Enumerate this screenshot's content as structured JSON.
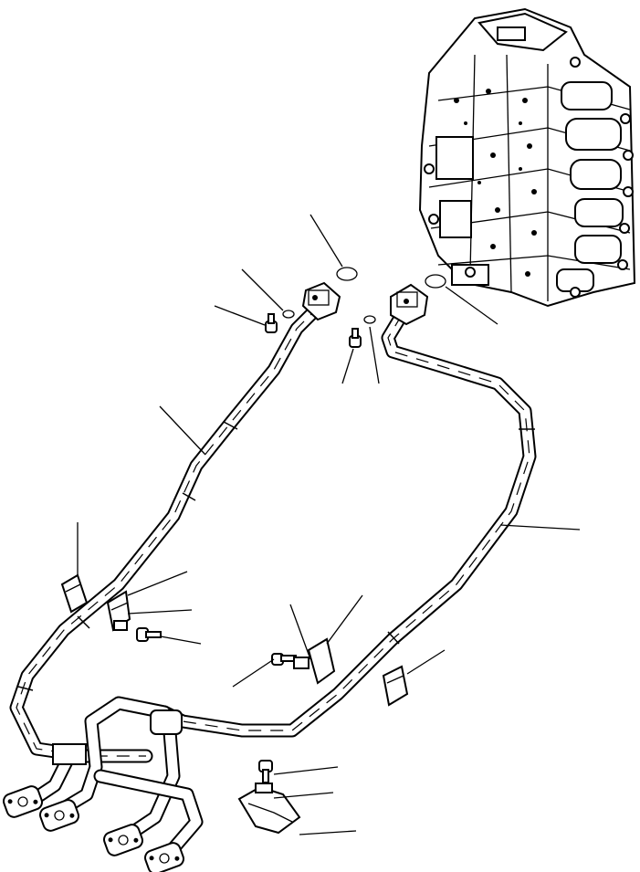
{
  "diagram": {
    "parts": [
      {
        "name": "control-valve-assembly"
      },
      {
        "name": "hose-left"
      },
      {
        "name": "hose-right"
      },
      {
        "name": "o-ring"
      },
      {
        "name": "flange-bolt"
      },
      {
        "name": "hose-clamp"
      },
      {
        "name": "clamp-bracket"
      },
      {
        "name": "clamp-bolt"
      },
      {
        "name": "manifold-flanges"
      }
    ],
    "callouts_count": 19
  }
}
